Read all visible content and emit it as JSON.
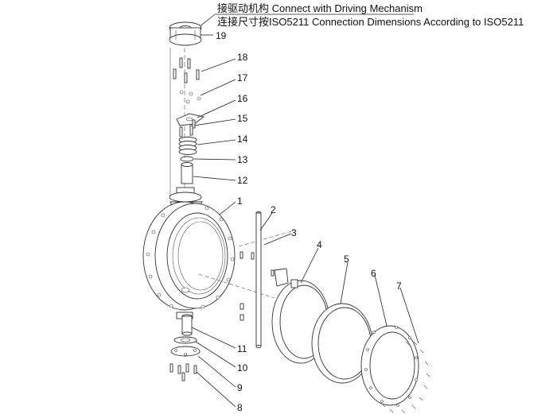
{
  "header": {
    "line1": "接驱动机构 Connect with Driving Mechanism",
    "line2": "连接尺寸按ISO5211 Connection Dimensions According to ISO5211"
  },
  "callouts": [
    "1",
    "2",
    "3",
    "4",
    "5",
    "6",
    "7",
    "8",
    "9",
    "10",
    "11",
    "12",
    "13",
    "14",
    "15",
    "16",
    "17",
    "18",
    "19"
  ]
}
